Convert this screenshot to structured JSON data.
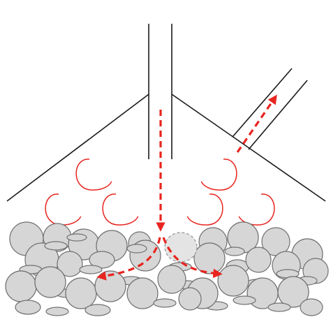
{
  "diagram": {
    "description_free": true,
    "colors": {
      "background": "#ffffff",
      "outline": "#1a1a1a",
      "flow_arrow": "#e8251f",
      "eddy": "#e8251f",
      "particle_fill": "#d6d6d6",
      "particle_stroke": "#707070",
      "highlight_particle_stroke": "#9a9a9a"
    },
    "elements": {
      "inlet_pipe": "vertical-inlet-pipe",
      "outlet_pipe": "angled-outlet-pipe",
      "hood": "conical-hood",
      "bed": "granular-particle-bed",
      "downflow_arrow": "downward-jet-arrow",
      "spread_arrows": "lateral-spread-arrows",
      "exit_arrow": "outlet-flow-arrow",
      "eddies": "recirculation-eddies"
    }
  }
}
